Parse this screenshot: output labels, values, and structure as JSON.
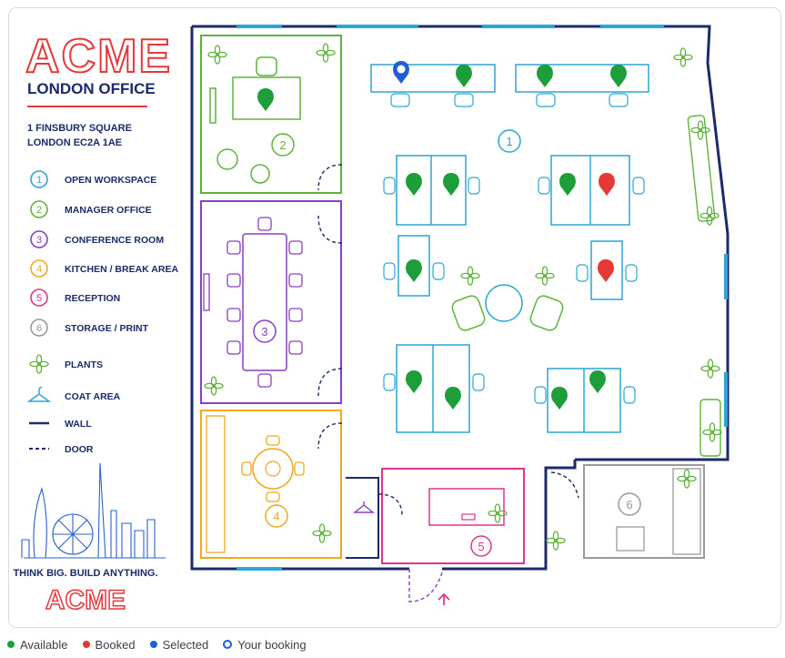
{
  "brand": {
    "name": "ACME",
    "office": "LONDON OFFICE",
    "address_line1": "1 FINSBURY SQUARE",
    "address_line2": "LONDON EC2A 1AE",
    "tagline": "THINK BIG. BUILD ANYTHING.",
    "footer_name": "ACME"
  },
  "zones": [
    {
      "num": "1",
      "label": "OPEN WORKSPACE",
      "color": "#2aa6d6"
    },
    {
      "num": "2",
      "label": "MANAGER OFFICE",
      "color": "#5fb33a"
    },
    {
      "num": "3",
      "label": "CONFERENCE ROOM",
      "color": "#8a3fc4"
    },
    {
      "num": "4",
      "label": "KITCHEN / BREAK AREA",
      "color": "#f0a81c"
    },
    {
      "num": "5",
      "label": "RECEPTION",
      "color": "#e0358a"
    },
    {
      "num": "6",
      "label": "STORAGE / PRINT",
      "color": "#9a9a9a"
    }
  ],
  "keys": {
    "plants": "PLANTS",
    "coat": "COAT AREA",
    "wall": "WALL",
    "door": "DOOR"
  },
  "status_legend": [
    {
      "label": "Available",
      "color": "#1e9e3a"
    },
    {
      "label": "Booked",
      "color": "#e53935"
    },
    {
      "label": "Selected",
      "color": "#1f5fd6"
    },
    {
      "label": "Your booking",
      "color": "#1f5fd6"
    }
  ],
  "colors": {
    "wall": "#1b2a6b",
    "workspace": "#2aa6d6",
    "available": "#1e9e3a",
    "booked": "#e53935",
    "selected": "#1f5fd6",
    "brand_red": "#e5383b"
  }
}
